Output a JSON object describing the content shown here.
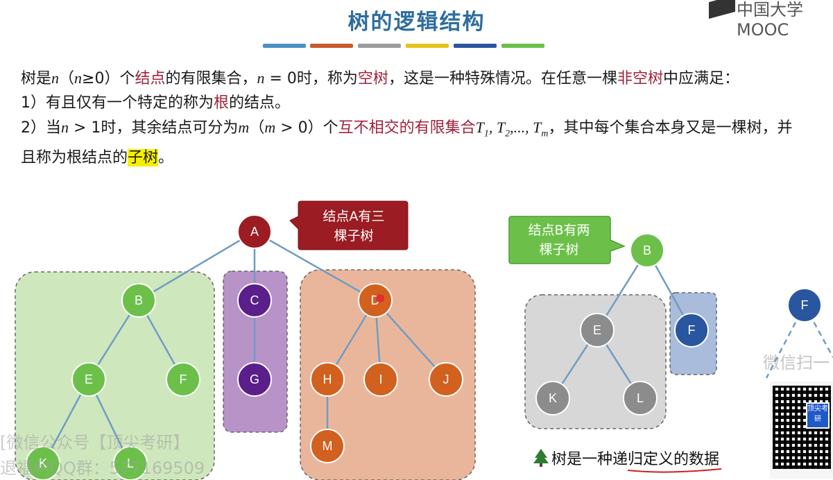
{
  "title": "树的逻辑结构",
  "brand": "中国大学MOOC",
  "colorbar": [
    "#4a90c6",
    "#c85a2e",
    "#9b9b9b",
    "#e6c21a",
    "#2a56a0",
    "#6cc04a"
  ],
  "definition": {
    "l1_a": "树是",
    "l1_n": "n",
    "l1_b": "（",
    "l1_cond_n": "n",
    "l1_cond": "≥0）个",
    "l1_kw1": "结点",
    "l1_c": "的有限集合，",
    "l1_n2": "n",
    "l1_d": " = 0时，称为",
    "l1_kw2": "空树",
    "l1_e": "，这是一种特殊情况。在任意一棵",
    "l1_kw3": "非空树",
    "l1_f": "中应满足：",
    "l2_a": "1）有且仅有一个特定的称为",
    "l2_kw": "根",
    "l2_b": "的结点。",
    "l3_a": "2）当",
    "l3_n": "n",
    "l3_b": " > 1时，其余结点可分为",
    "l3_m": "m",
    "l3_c": "（",
    "l3_m2": "m",
    "l3_d": " > 0）个",
    "l3_kw": "互不相交的有限集合",
    "l3_T": "T",
    "l3_sub1": "1",
    "l3_comma1": ", ",
    "l3_T2": "T",
    "l3_sub2": "2",
    "l3_comma2": ",..., ",
    "l3_Tm": "T",
    "l3_subm": "m",
    "l3_e": "，其中每个集合本身又是一棵树，并且称为根结点的",
    "l3_hl": "子树",
    "l3_f": "。"
  },
  "tree1": {
    "A": "A",
    "B": "B",
    "C": "C",
    "D": "D",
    "E": "E",
    "F": "F",
    "G": "G",
    "H": "H",
    "I": "I",
    "J": "J",
    "K": "K",
    "L": "L",
    "M": "M"
  },
  "callout_a": {
    "line1": "结点A有三",
    "line2": "棵子树"
  },
  "tree2": {
    "B": "B",
    "E": "E",
    "F": "F",
    "K": "K",
    "L": "L"
  },
  "callout_b": {
    "line1": "结点B有两",
    "line2": "棵子树"
  },
  "tree3": {
    "F": "F"
  },
  "bottom_note": "树是一种递归定义的数据",
  "watermark": {
    "line1": "[微信公众号【顶尖考研】",
    "line2": "退福利QQ群：577169509",
    "side": "微信扫一",
    "qr_badge": "顶尖考研"
  },
  "colors": {
    "title": "#2e6d9e",
    "keyword": "#a0233c",
    "highlight": "#f5f000",
    "root_node": "#9b1c22",
    "green_node": "#6cc04a",
    "purple_node": "#5a1f8a",
    "orange_node": "#d2601e",
    "grey_node": "#8c8c8c",
    "blue_node": "#2a56a0"
  }
}
